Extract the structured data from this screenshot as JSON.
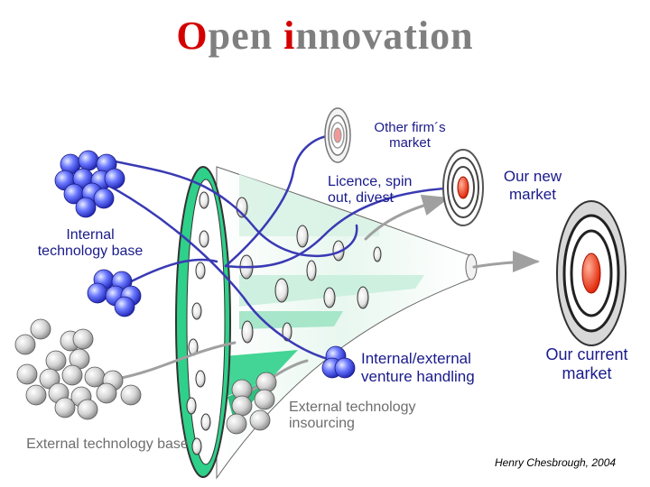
{
  "title": {
    "first_initial": "O",
    "first_rest": "pen ",
    "second_initial": "i",
    "second_rest": "nnovation"
  },
  "labels": {
    "other_firms_market": "Other firm´s\nmarket",
    "licence": "Licence, spin\nout, divest",
    "our_new_market": "Our new\nmarket",
    "internal_base": "Internal\ntechnology base",
    "venture_handling": "Internal/external\nventure handling",
    "our_current_market": "Our current\nmarket",
    "external_insourcing": "External technology\ninsourcing",
    "external_base": "External technology base",
    "citation": "Henry Chesbrough, 2004"
  },
  "colors": {
    "title_accent": "#d40000",
    "title_gray": "#7f7f7f",
    "arrow_blue": "#3a3ab4",
    "arrow_gray": "#a0a0a0",
    "funnel_green": "#2fd08a",
    "target_red": "#ff3300",
    "label_text": "#1a1a8c"
  }
}
